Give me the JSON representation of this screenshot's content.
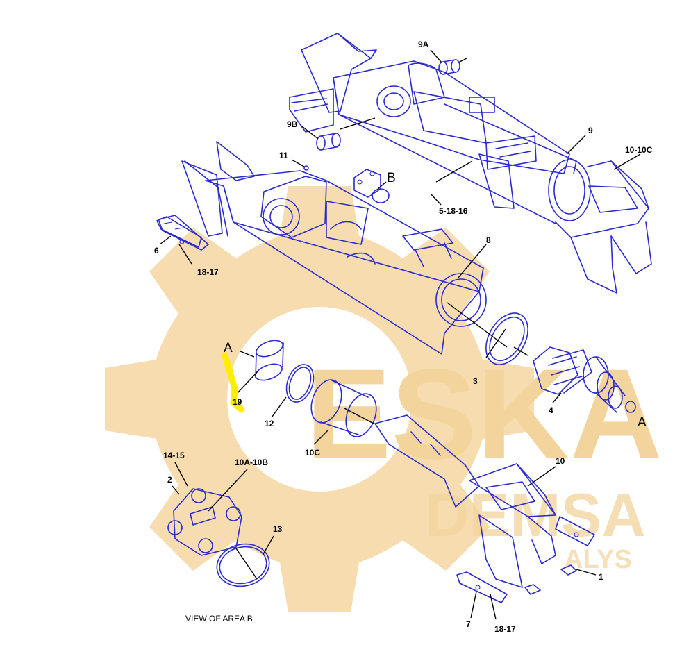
{
  "watermark": {
    "brand": "ESKA",
    "sub_brand": "DEMSA",
    "sub_caption": "ALYS",
    "color": "#f6dcae"
  },
  "colors": {
    "line_art": "#2a2ad0",
    "labels": "#000000",
    "highlight": "#ffee00"
  },
  "callouts": {
    "c9A": "9A",
    "c9B": "9B",
    "c9": "9",
    "c10_10C": "10-10C",
    "c11": "11",
    "cB": "B",
    "c5_18_16": "5-18-16",
    "c6": "6",
    "c18_17a": "18-17",
    "c8": "8",
    "cA1": "A",
    "c19": "19",
    "c12": "12",
    "c10C": "10C",
    "c3": "3",
    "c4": "4",
    "cA2": "A",
    "c14_15": "14-15",
    "c10A_10B": "10A-10B",
    "c2": "2",
    "c13": "13",
    "c10": "10",
    "c1": "1",
    "c7": "7",
    "c18_17b": "18-17"
  },
  "view_caption": "VIEW OF AREA B"
}
